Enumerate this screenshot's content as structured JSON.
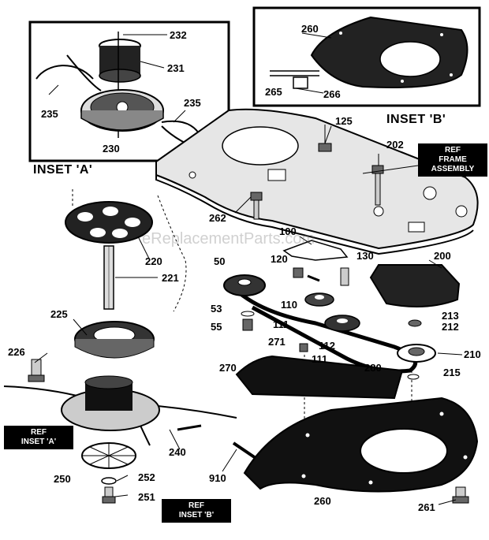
{
  "insets": {
    "a_title": "INSET 'A'",
    "b_title": "INSET 'B'"
  },
  "refs": {
    "frame_line1": "REF",
    "frame_line2": "FRAME",
    "frame_line3": "ASSEMBLY",
    "inset_a_line1": "REF",
    "inset_a_line2": "INSET 'A'",
    "inset_b_line1": "REF",
    "inset_b_line2": "INSET 'B'"
  },
  "watermark": "eReplacementParts.com",
  "callouts": {
    "p232": "232",
    "p231": "231",
    "p235a": "235",
    "p235b": "235",
    "p230": "230",
    "p260a": "260",
    "p265": "265",
    "p266": "266",
    "p125": "125",
    "p202": "202",
    "p262": "262",
    "p100": "100",
    "p220": "220",
    "p221": "221",
    "p50": "50",
    "p120": "120",
    "p130": "130",
    "p200": "200",
    "p110": "110",
    "p53": "53",
    "p55": "55",
    "p111a": "111",
    "p213": "213",
    "p212": "212",
    "p225": "225",
    "p112": "112",
    "p271": "271",
    "p111b": "111",
    "p226": "226",
    "p210": "210",
    "p280": "280",
    "p215": "215",
    "p270": "270",
    "p240": "240",
    "p250": "250",
    "p252": "252",
    "p910": "910",
    "p251": "251",
    "p260b": "260",
    "p261": "261"
  },
  "colors": {
    "ink": "#000000",
    "paper": "#ffffff",
    "plate": "#e6e6e6",
    "ref_bg": "#000000"
  }
}
